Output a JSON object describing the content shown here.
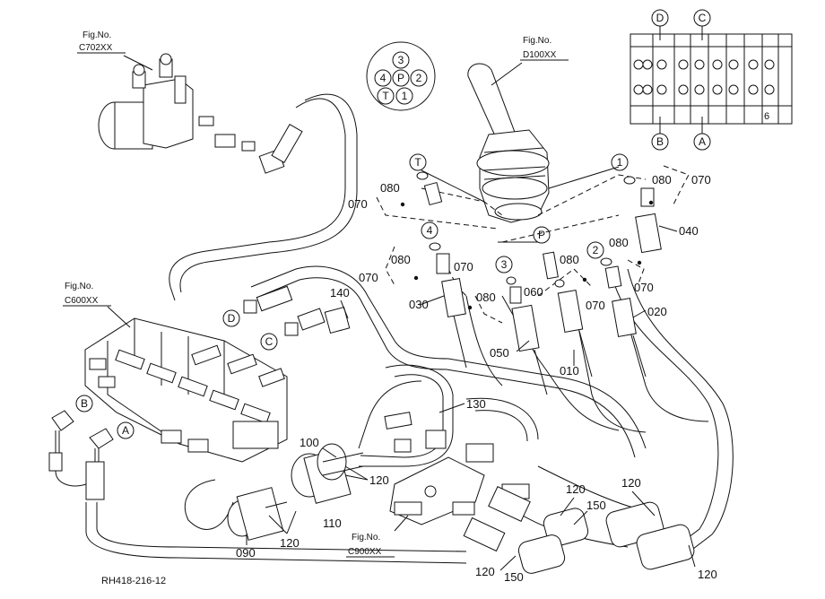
{
  "figure_refs": {
    "c702": {
      "line1": "Fig.No.",
      "line2": "C702XX"
    },
    "d100": {
      "line1": "Fig.No.",
      "line2": "D100XX"
    },
    "c600": {
      "line1": "Fig.No.",
      "line2": "C600XX"
    },
    "c900": {
      "line1": "Fig.No.",
      "line2": "C900XX"
    }
  },
  "port_layout": {
    "top": "3",
    "left": "4",
    "center": "P",
    "right": "2",
    "bottom_left": "T",
    "bottom_right": "1"
  },
  "port_markers": {
    "T": "T",
    "one": "1",
    "four": "4",
    "P": "P",
    "three": "3",
    "two": "2"
  },
  "circuit_letters": {
    "A": "A",
    "B": "B",
    "C": "C",
    "D": "D"
  },
  "part_labels": {
    "p010": "010",
    "p020": "020",
    "p030": "030",
    "p040": "040",
    "p050": "050",
    "p060": "060",
    "p070": "070",
    "p080": "080",
    "p090": "090",
    "p100": "100",
    "p110": "110",
    "p120": "120",
    "p130": "130",
    "p140": "140",
    "p150": "150",
    "p6": "6"
  },
  "drawing_ref": "RH418-216-12"
}
